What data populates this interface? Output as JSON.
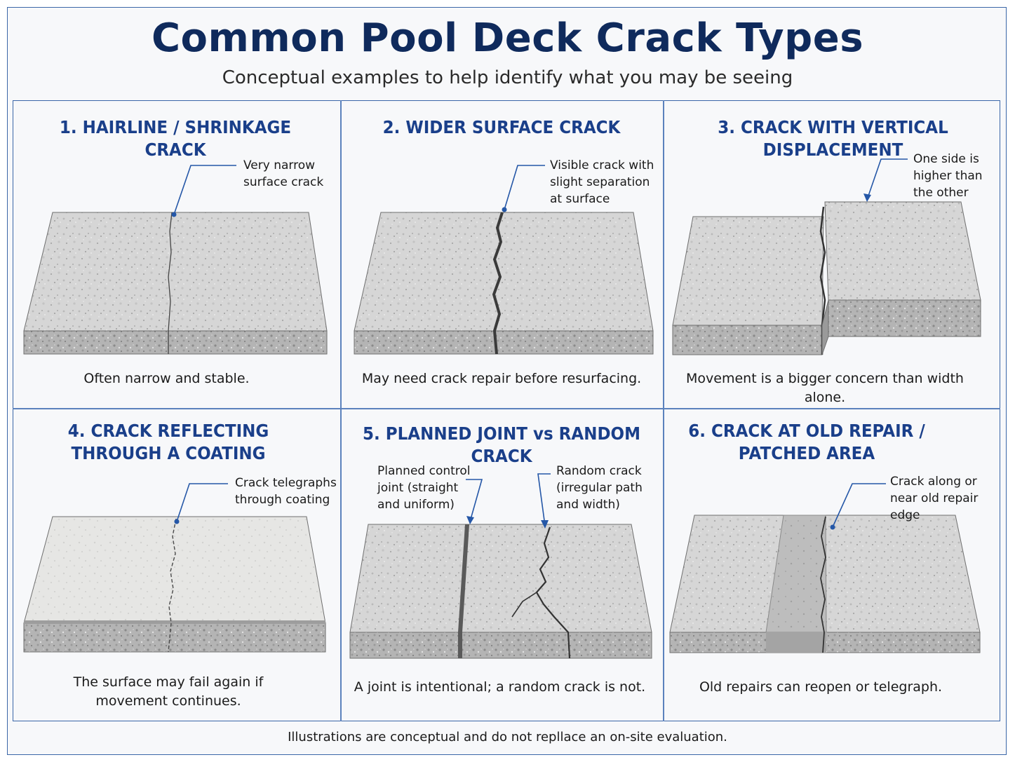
{
  "header": {
    "title": "Common Pool Deck Crack Types",
    "subtitle": "Conceptual examples to help identify what you may be seeing"
  },
  "panels": [
    {
      "title": [
        "1. HAIRLINE / SHRINKAGE CRACK"
      ],
      "notes": [
        [
          "Very narrow",
          "surface crack"
        ]
      ],
      "caption": [
        "Often narrow and stable."
      ]
    },
    {
      "title": [
        "2. WIDER SURFACE CRACK"
      ],
      "notes": [
        [
          "Visible crack with",
          "slight separation",
          "at surface"
        ]
      ],
      "caption": [
        "May need crack repair before resurfacing."
      ]
    },
    {
      "title": [
        "3. CRACK WITH VERTICAL DISPLACEMENT"
      ],
      "notes": [
        [
          "One side is",
          "higher than",
          "the other"
        ]
      ],
      "caption": [
        "Movement is a bigger concern than width alone."
      ]
    },
    {
      "title": [
        "4. CRACK REFLECTING",
        "THROUGH A COATING"
      ],
      "notes": [
        [
          "Crack telegraphs",
          "through coating"
        ]
      ],
      "caption": [
        "The surface may fail again if",
        "movement continues."
      ]
    },
    {
      "title": [
        "5. PLANNED JOINT vs RANDOM CRACK"
      ],
      "notes": [
        [
          "Planned control",
          "joint (straight",
          "and uniform)"
        ],
        [
          "Random crack",
          "(irregular path",
          "and width)"
        ]
      ],
      "caption": [
        "A joint is intentional; a random crack is not."
      ]
    },
    {
      "title": [
        "6. CRACK AT OLD REPAIR /",
        "PATCHED AREA"
      ],
      "notes": [
        [
          "Crack along or",
          "near old repair",
          "edge"
        ]
      ],
      "caption": [
        "Old repairs can reopen or telegraph."
      ]
    }
  ],
  "footer": "Illustrations are conceptual and do not repllace an on-site evaluation.",
  "colors": {
    "title": "#0f2a5c",
    "panel_title": "#1a3f8a",
    "border": "#3a66a8",
    "leader": "#2557a7",
    "slab_top": "#d9d9d9",
    "slab_side": "#b5b5b5",
    "crack": "#3a3a3a"
  }
}
